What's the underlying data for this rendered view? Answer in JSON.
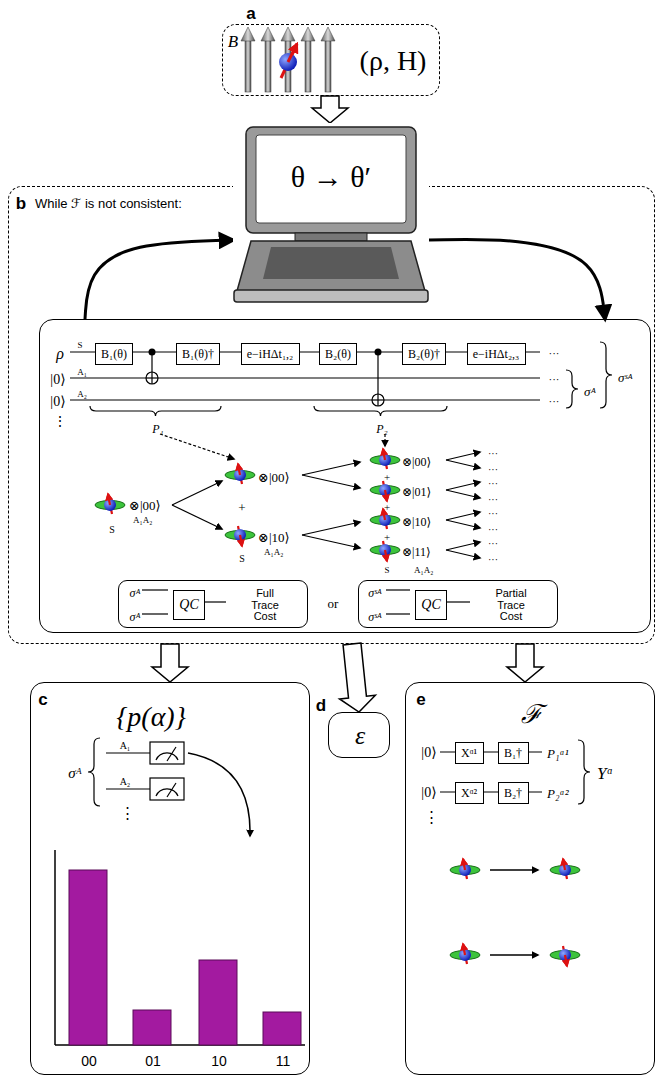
{
  "diagram": {
    "nodes": [
      {
        "text": [
          "a",
          "B",
          "(ρ, H)"
        ]
      },
      {
        "text": [
          "b",
          "While ℱ is not consistent:"
        ]
      },
      {
        "text": [
          "θ → θ′"
        ],
        "in": 1
      },
      {
        "text": [
          "ρ",
          "S",
          "|0⟩",
          "A₁",
          "|0⟩",
          "A₂",
          "⋮",
          "···",
          "···",
          "···",
          "σᴬ",
          "σˢᴬ",
          "P₁",
          "P₂",
          "S",
          "⊗|00⟩",
          "A₁A₂",
          "+",
          "⊗|00⟩",
          "⊗|10⟩",
          "S",
          "A₁A₂",
          "+",
          "+",
          "+",
          "⊗|00⟩",
          "⊗|01⟩",
          "⊗|10⟩",
          "⊗|11⟩",
          "S",
          "A₁A₂",
          "···",
          "···",
          "···",
          "···",
          "···",
          "···",
          "···",
          "···",
          "or"
        ],
        "in": 1
      },
      {
        "text": [
          "B₁(θ)"
        ],
        "in": 3
      },
      {
        "text": [
          "B₁(θ)†"
        ],
        "in": 3
      },
      {
        "text": [
          "e−iHΔt₁,₂"
        ],
        "in": 3
      },
      {
        "text": [
          "B₂(θ)"
        ],
        "in": 3
      },
      {
        "text": [
          "B₂(θ)†"
        ],
        "in": 3
      },
      {
        "text": [
          "e−iHΔt₂,₃"
        ],
        "in": 3
      },
      {
        "text": [
          "σᴬ",
          "σᴬ",
          "Full Trace Cost"
        ],
        "in": 3
      },
      {
        "text": [
          "QC"
        ],
        "in": 10
      },
      {
        "text": [
          "σˢᴬ",
          "σˢᴬ",
          "Partial Trace Cost"
        ],
        "in": 3
      },
      {
        "text": [
          "QC"
        ],
        "in": 12
      },
      {
        "text": [
          "c",
          "{p(α)}",
          "σᴬ",
          "A₁",
          "A₂",
          "⋮",
          "00",
          "01",
          "10",
          "11"
        ]
      },
      {
        "text": [
          "d",
          "ε"
        ]
      },
      {
        "text": [
          "e",
          "ℱ",
          "|0⟩",
          "|0⟩",
          "P₁ᵅ¹",
          "P₂ᵅ²",
          "⋮",
          "Yᵅ"
        ]
      },
      {
        "text": [
          "Xᵅ¹"
        ],
        "in": 16
      },
      {
        "text": [
          "B₁†"
        ],
        "in": 16
      },
      {
        "text": [
          "Xᵅ²"
        ],
        "in": 16
      },
      {
        "text": [
          "B₂†"
        ],
        "in": 16
      }
    ],
    "edges": [
      {
        "from": 0,
        "to": 2,
        "arrow": "to"
      },
      {
        "from": 1,
        "to": 14,
        "arrow": "to"
      },
      {
        "from": 1,
        "to": 15,
        "arrow": "to"
      },
      {
        "from": 1,
        "to": 16,
        "arrow": "to"
      },
      {
        "from": 3,
        "to": 2,
        "arrow": "to"
      },
      {
        "from": 2,
        "to": 3,
        "arrow": "to"
      }
    ]
  }
}
